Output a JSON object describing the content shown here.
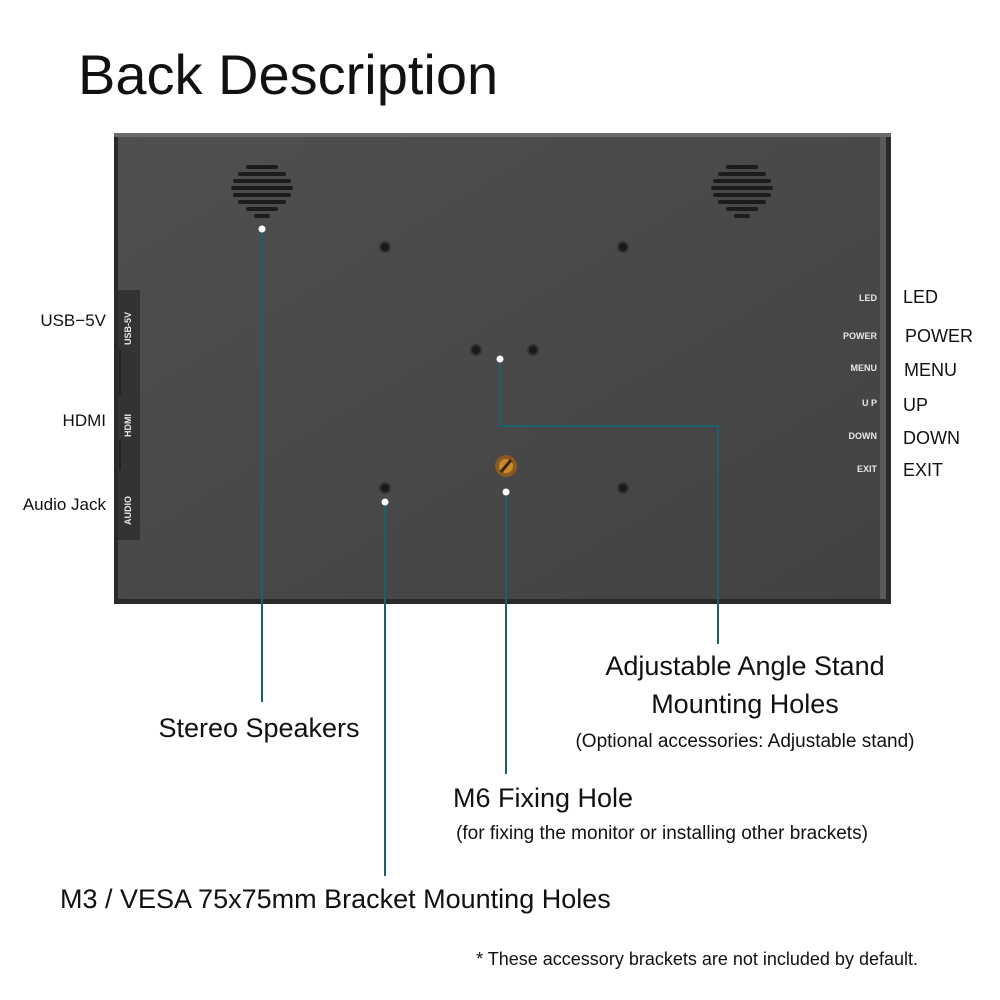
{
  "title": "Back Description",
  "left_ports": {
    "usb": {
      "label": "USB−5V",
      "panel_label": "USB-5V"
    },
    "hdmi": {
      "label": "HDMI",
      "panel_label": "HDMI"
    },
    "audio": {
      "label": "Audio Jack",
      "panel_label": "AUDIO"
    }
  },
  "right_buttons": [
    {
      "panel_label": "LED",
      "label": "LED"
    },
    {
      "panel_label": "POWER",
      "label": "POWER"
    },
    {
      "panel_label": "MENU",
      "label": "MENU"
    },
    {
      "panel_label": "U P",
      "label": "UP"
    },
    {
      "panel_label": "DOWN",
      "label": "DOWN"
    },
    {
      "panel_label": "EXIT",
      "label": "EXIT"
    }
  ],
  "callouts": {
    "speakers": "Stereo Speakers",
    "stand_line1": "Adjustable Angle Stand",
    "stand_line2": "Mounting Holes",
    "stand_note": "(Optional accessories: Adjustable stand)",
    "m6": "M6 Fixing Hole",
    "m6_note": "(for fixing the monitor or installing other brackets)",
    "m3": "M3 / VESA 75x75mm Bracket Mounting Holes"
  },
  "footnote": "* These accessory brackets are not included by default.",
  "colors": {
    "leader_line": "#1d5f6c",
    "panel": "#4a4a4a"
  }
}
